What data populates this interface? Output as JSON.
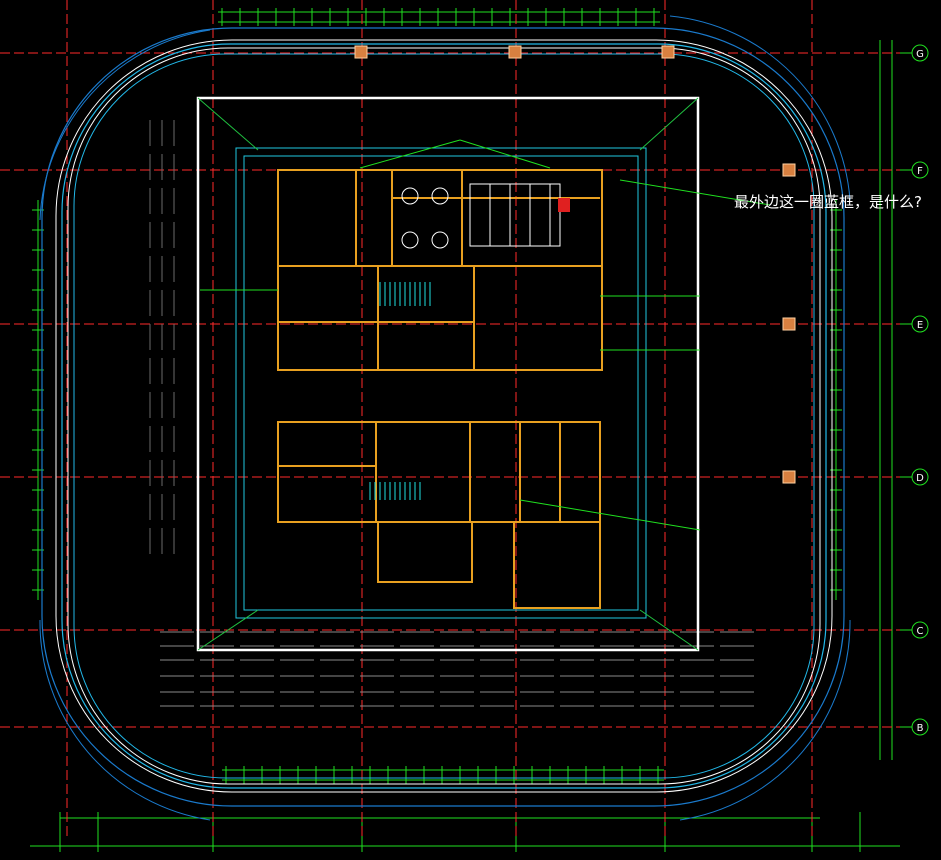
{
  "grid_axes_right": [
    "G",
    "F",
    "E",
    "D",
    "C",
    "B"
  ],
  "annotation": {
    "text": "最外边这一圈蓝框，是什么?"
  },
  "colors": {
    "background": "#000000",
    "grid": "#ff2a2a",
    "outer_blue_frame": "#22b8e8",
    "wall": "#e8a020",
    "dimension": "#20e020",
    "white_frame": "#ffffff",
    "cyan_frame": "#20c8e0",
    "magenta_callout": "#ff40ff"
  }
}
